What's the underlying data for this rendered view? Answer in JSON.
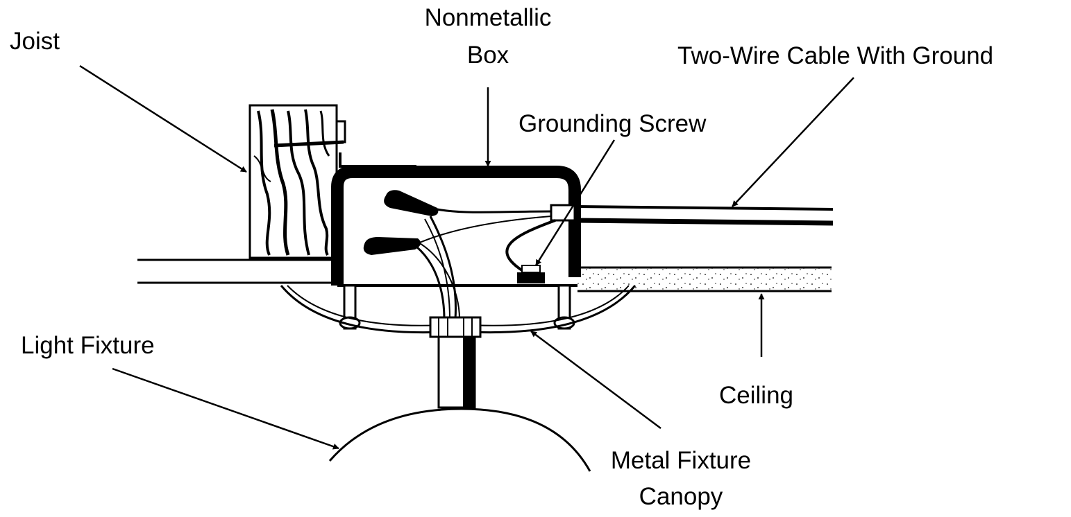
{
  "labels": {
    "joist": "Joist",
    "nonmetallic_box_line1": "Nonmetallic",
    "nonmetallic_box_line2": "Box",
    "two_wire_cable": "Two-Wire Cable With Ground",
    "grounding_screw": "Grounding Screw",
    "light_fixture": "Light Fixture",
    "ceiling": "Ceiling",
    "metal_fixture_canopy_line1": "Metal Fixture",
    "metal_fixture_canopy_line2": "Canopy"
  },
  "colors": {
    "ink": "#000000",
    "paper": "#ffffff"
  }
}
